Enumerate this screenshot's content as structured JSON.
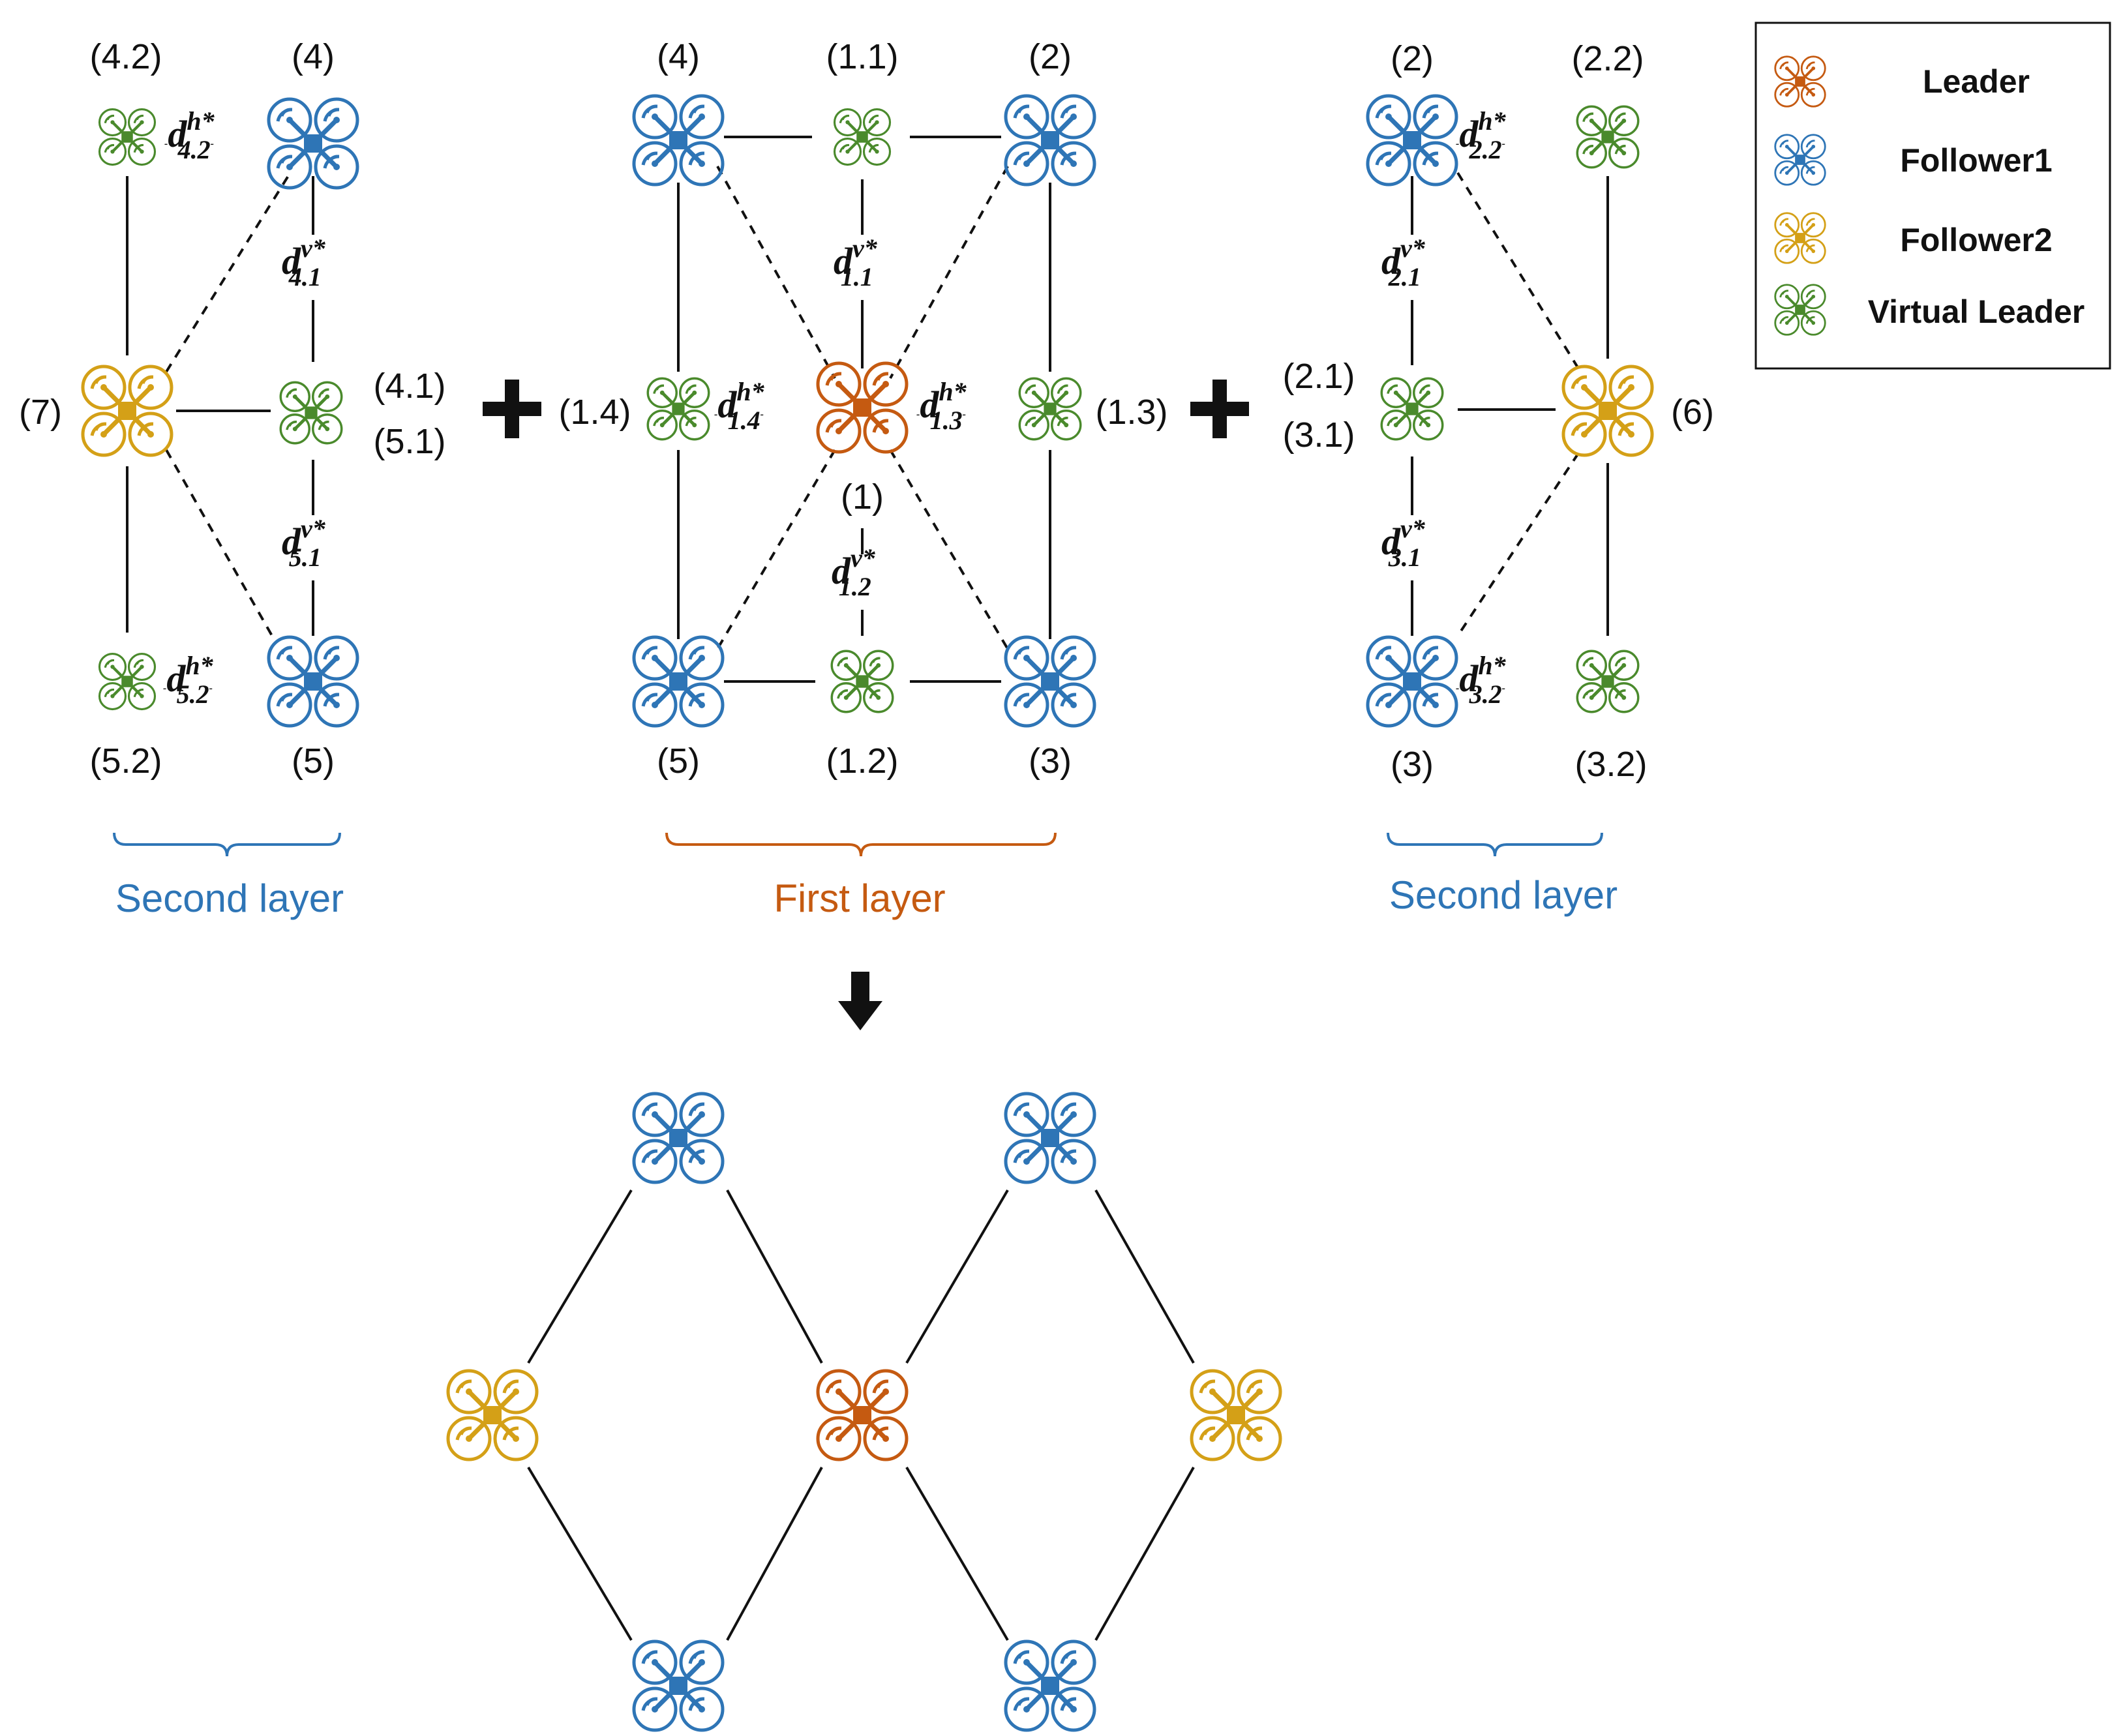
{
  "colors": {
    "leader": "#c55a11",
    "follower1": "#2e75b6",
    "follower2": "#d4a017",
    "virtual_leader": "#4a8a2c",
    "edge": "#111111"
  },
  "legend": {
    "items": [
      {
        "role": "leader",
        "label": "Leader"
      },
      {
        "role": "follower1",
        "label": "Follower1"
      },
      {
        "role": "follower2",
        "label": "Follower2"
      },
      {
        "role": "virtual_leader",
        "label": "Virtual Leader"
      }
    ]
  },
  "symbols": {
    "plus": "+",
    "arrow": "⬇",
    "dash": "-"
  },
  "layers": {
    "left_label": "Second layer",
    "center_label": "First layer",
    "right_label": "Second layer"
  },
  "node_labels": {
    "left": {
      "n42": "(4.2)",
      "n4": "(4)",
      "n7": "(7)",
      "n41": "(4.1)",
      "n51": "(5.1)",
      "n52": "(5.2)",
      "n5": "(5)"
    },
    "center": {
      "n4": "(4)",
      "n11": "(1.1)",
      "n2": "(2)",
      "n14": "(1.4)",
      "n1": "(1)",
      "n13": "(1.3)",
      "n5": "(5)",
      "n12": "(1.2)",
      "n3": "(3)"
    },
    "right": {
      "n2": "(2)",
      "n22": "(2.2)",
      "n21": "(2.1)",
      "n31": "(3.1)",
      "n6": "(6)",
      "n3": "(3)",
      "n32": "(3.2)"
    }
  },
  "distances": {
    "left": {
      "h42": {
        "main": "d",
        "sup": "h*",
        "sub": "4.2"
      },
      "v41": {
        "main": "d",
        "sup": "v*",
        "sub": "4.1"
      },
      "v51": {
        "main": "d",
        "sup": "v*",
        "sub": "5.1"
      },
      "h52": {
        "main": "d",
        "sup": "h*",
        "sub": "5.2"
      }
    },
    "center": {
      "v11": {
        "main": "d",
        "sup": "v*",
        "sub": "1.1"
      },
      "h14": {
        "main": "d",
        "sup": "h*",
        "sub": "1.4"
      },
      "h13": {
        "main": "d",
        "sup": "h*",
        "sub": "1.3"
      },
      "v12": {
        "main": "d",
        "sup": "v*",
        "sub": "1.2"
      }
    },
    "right": {
      "h22": {
        "main": "d",
        "sup": "h*",
        "sub": "2.2"
      },
      "v21": {
        "main": "d",
        "sup": "v*",
        "sub": "2.1"
      },
      "v31": {
        "main": "d",
        "sup": "v*",
        "sub": "3.1"
      },
      "h32": {
        "main": "d",
        "sup": "h*",
        "sub": "3.2"
      }
    }
  }
}
